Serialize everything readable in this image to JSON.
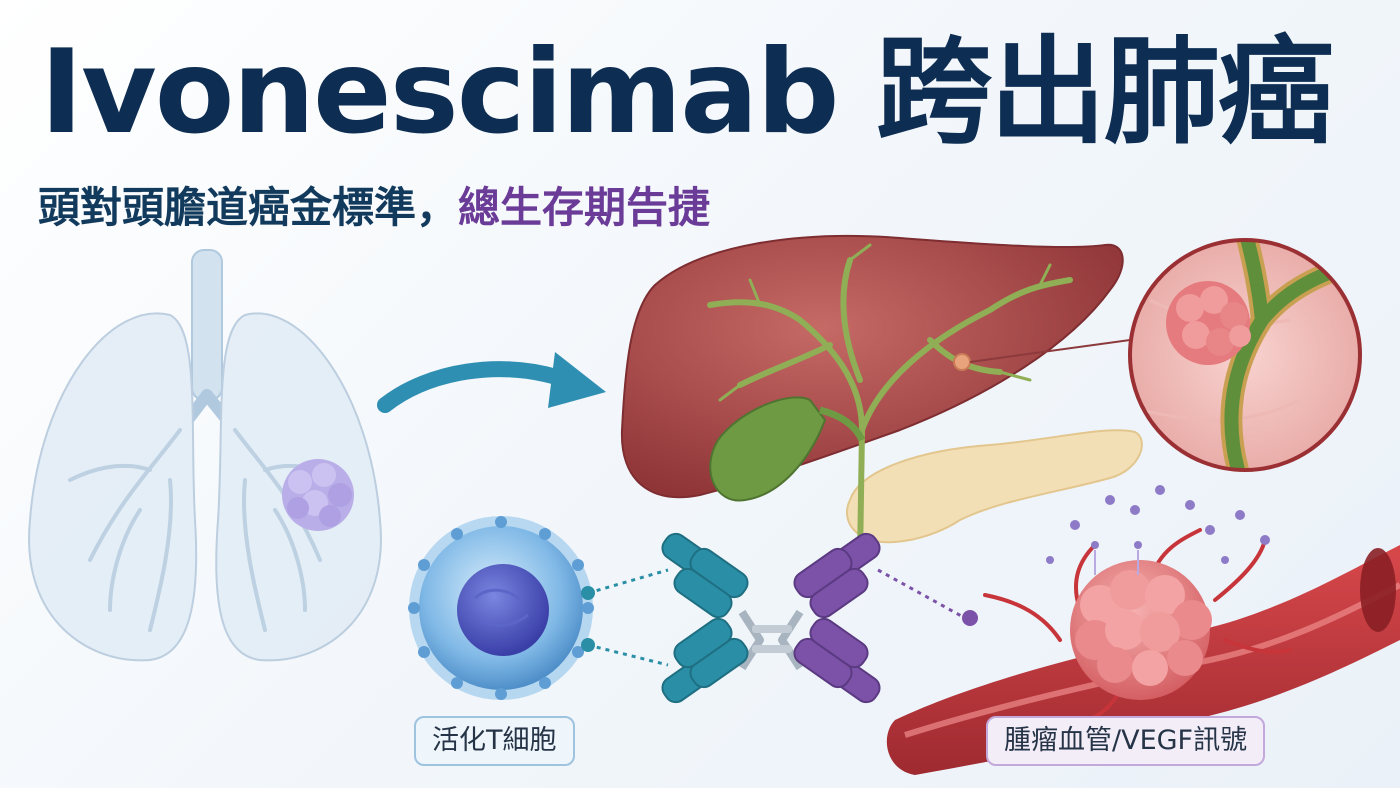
{
  "header": {
    "title": "Ivonescimab 跨出肺癌",
    "subtitle_part1": "頭對頭膽道癌金標準，",
    "subtitle_part2": "總生存期告捷"
  },
  "labels": {
    "t_cell": "活化T細胞",
    "tumor_vessel": "腫瘤血管/VEGF訊號"
  },
  "colors": {
    "title": "#0e2d52",
    "subtitle_main": "#123a5c",
    "subtitle_accent": "#6a3c98",
    "arrow": "#2f8fb3",
    "liver": "#a8474a",
    "bile_duct": "#6f9a44",
    "t_cell": "#5b9fd6",
    "antibody_teal": "#2a8fa6",
    "antibody_purple": "#7b52a8",
    "tumor": "#e57b7e",
    "vessel": "#c03a3e"
  },
  "icons": [
    "lungs-icon",
    "liver-icon",
    "gallbladder-icon",
    "pancreas-icon",
    "t-cell-icon",
    "antibody-icon",
    "tumor-vessel-icon",
    "magnified-tumor-icon",
    "arrow-icon"
  ]
}
